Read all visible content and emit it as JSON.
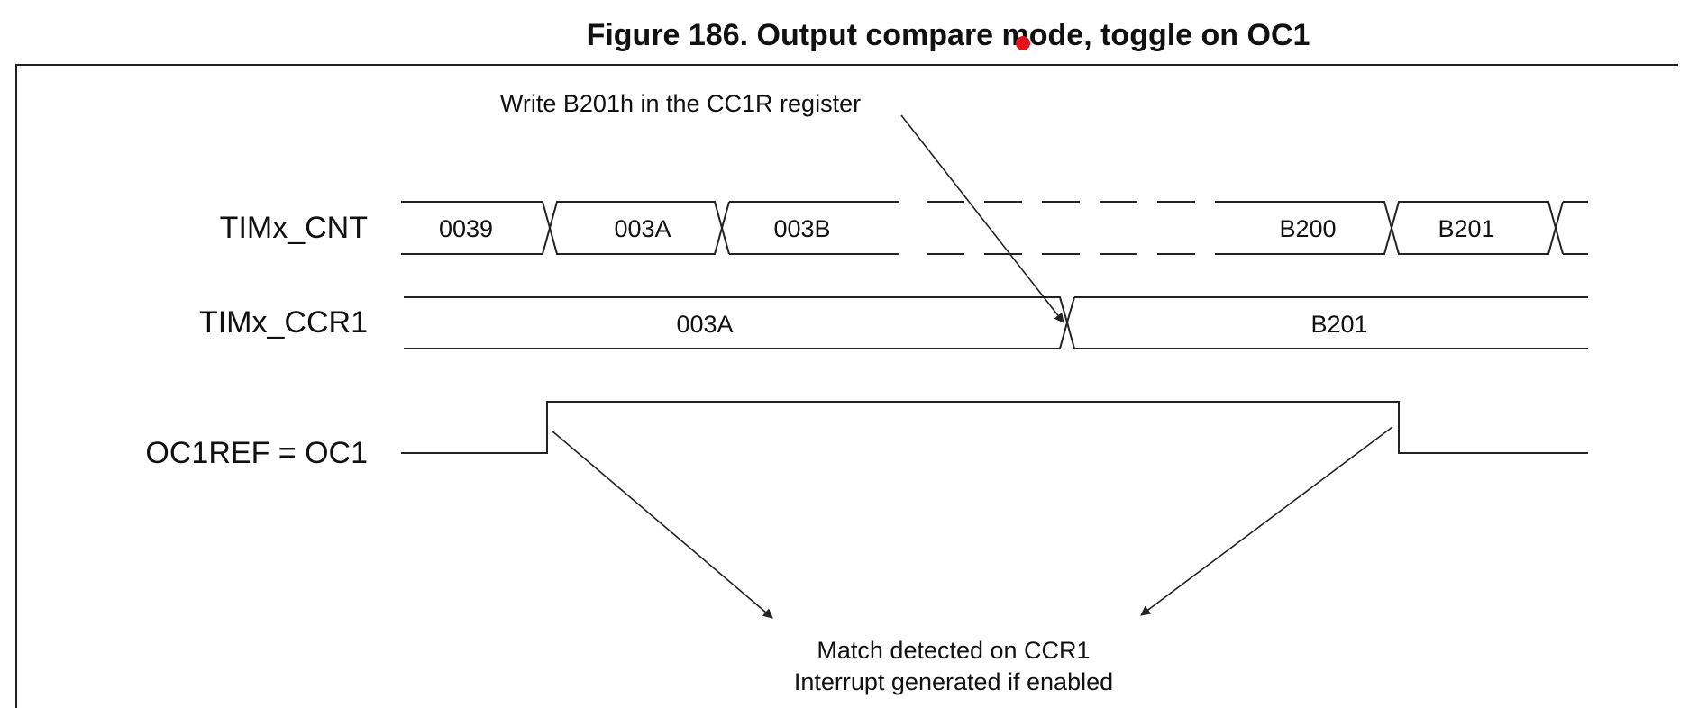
{
  "figure": {
    "title": "Figure 186. Output compare mode, toggle on OC1",
    "write_annotation": "Write B201h in the CC1R register",
    "match_note": {
      "line1": "Match detected on CCR1",
      "line2": "Interrupt generated if enabled"
    }
  },
  "signals": {
    "cnt": {
      "label": "TIMx_CNT",
      "values": [
        "0039",
        "003A",
        "003B",
        "B200",
        "B201"
      ]
    },
    "ccr1": {
      "label": "TIMx_CCR1",
      "values": [
        "003A",
        "B201"
      ]
    },
    "oc1": {
      "label": "OC1REF = OC1"
    }
  },
  "colors": {
    "line": "#222222",
    "text": "#111111",
    "cursor_dot": "#e0141e"
  }
}
